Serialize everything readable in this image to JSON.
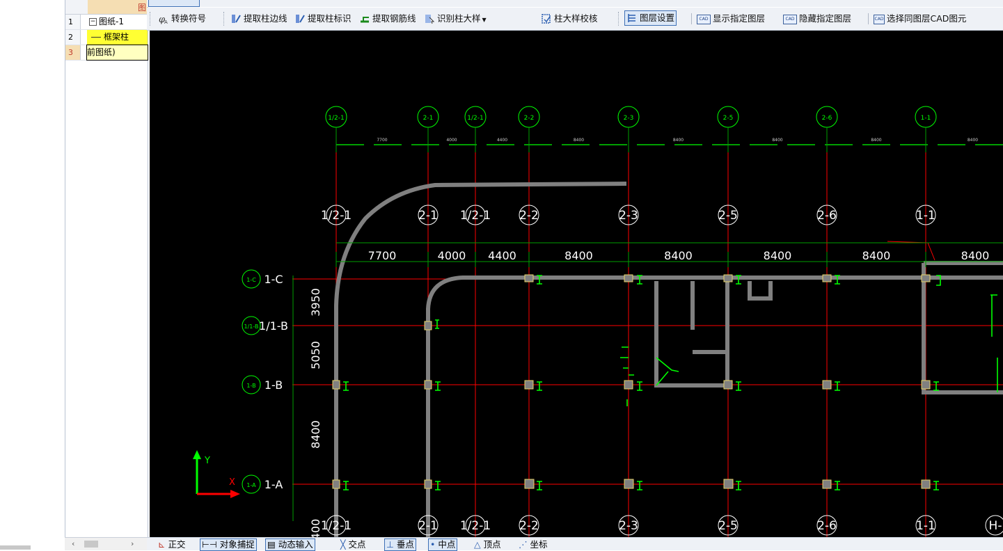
{
  "left_panel": {
    "header_char": "图",
    "rows": [
      {
        "num": "1",
        "expander": "−",
        "label": "图纸-1"
      },
      {
        "num": "2",
        "label": "框架柱"
      },
      {
        "num": "3",
        "label": "前图纸)"
      }
    ]
  },
  "toolbar": {
    "items": [
      {
        "key": "convert",
        "label": "转换符号",
        "icon": "phi-symbol-icon"
      },
      {
        "key": "col_edge",
        "label": "提取柱边线",
        "icon": "extract-edge-icon"
      },
      {
        "key": "col_mark",
        "label": "提取柱标识",
        "icon": "extract-mark-icon"
      },
      {
        "key": "rebar_line",
        "label": "提取钢筋线",
        "icon": "rebar-icon"
      },
      {
        "key": "col_detail",
        "label": "识别柱大样",
        "icon": "identify-icon"
      },
      {
        "key": "col_check",
        "label": "柱大样校核",
        "icon": "check-icon"
      },
      {
        "key": "layer_set",
        "label": "图层设置",
        "icon": "layers-icon"
      },
      {
        "key": "show_layer",
        "label": "显示指定图层",
        "icon": "cad-icon"
      },
      {
        "key": "hide_layer",
        "label": "隐藏指定图层",
        "icon": "cad-icon"
      },
      {
        "key": "select_same",
        "label": "选择同图层CAD图元",
        "icon": "cad-select-icon"
      }
    ]
  },
  "statusbar": {
    "items": [
      {
        "key": "ortho",
        "label": "正交"
      },
      {
        "key": "snap",
        "label": "对象捕捉"
      },
      {
        "key": "dyn",
        "label": "动态输入"
      },
      {
        "key": "inter",
        "label": "交点"
      },
      {
        "key": "perp",
        "label": "垂点"
      },
      {
        "key": "mid",
        "label": "中点"
      },
      {
        "key": "vertex",
        "label": "顶点"
      },
      {
        "key": "coord",
        "label": "坐标"
      }
    ]
  },
  "drawing": {
    "top_axis_bubbles": [
      "1/2-1",
      "2-1",
      "1/2-1",
      "2-2",
      "2-3",
      "2-5",
      "2-6",
      "1-1"
    ],
    "top_small_dims": [
      "7700",
      "4000",
      "4400",
      "8400",
      "8400",
      "8400",
      "8400",
      "8400"
    ],
    "axis_labels": [
      "1/2-1",
      "2-1",
      "1/2-1",
      "2-2",
      "2-3",
      "2-5",
      "2-6",
      "1-1"
    ],
    "dims": [
      "7700",
      "4000",
      "4400",
      "8400",
      "8400",
      "8400",
      "8400",
      "8400"
    ],
    "row_bubbles": [
      "1-C",
      "1/1-B",
      "1-B",
      "1-A"
    ],
    "row_labels": [
      "1-C",
      "1/1-B",
      "1-B",
      "1-A"
    ],
    "left_dims": [
      "3950",
      "5050",
      "8400"
    ],
    "bottom_labels": [
      "1/2-1",
      "2-1",
      "1/2-1",
      "2-2",
      "2-3",
      "2-5",
      "2-6",
      "1-1",
      "H-"
    ],
    "ucs": {
      "y": "Y",
      "x": "X"
    },
    "colors": {
      "bg": "#000000",
      "axis": "#ff0000",
      "wall": "#808080",
      "bubble": "#00ff00",
      "dim": "#00a000",
      "text": "#ffffff"
    }
  }
}
